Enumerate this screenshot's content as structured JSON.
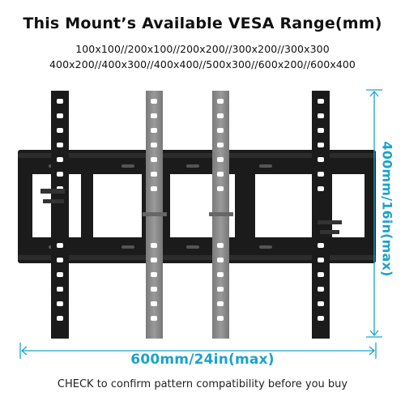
{
  "heading": {
    "title": "This Mount’s Available VESA Range(mm)",
    "range_line_1": "100x100//200x100//200x200//300x200//300x300",
    "range_line_2": "400x200//400x300//400x400//500x300//600x200//600x400"
  },
  "dimensions": {
    "width_label": "600mm/24in(max)",
    "height_label": "400mm/16in(max)"
  },
  "footer": {
    "note": "CHECK to confirm pattern compatibility before you buy"
  },
  "colors": {
    "accent": "#1aa3c9",
    "frame": "#1b1b1b",
    "arm_gray": "#8c8c8c"
  }
}
